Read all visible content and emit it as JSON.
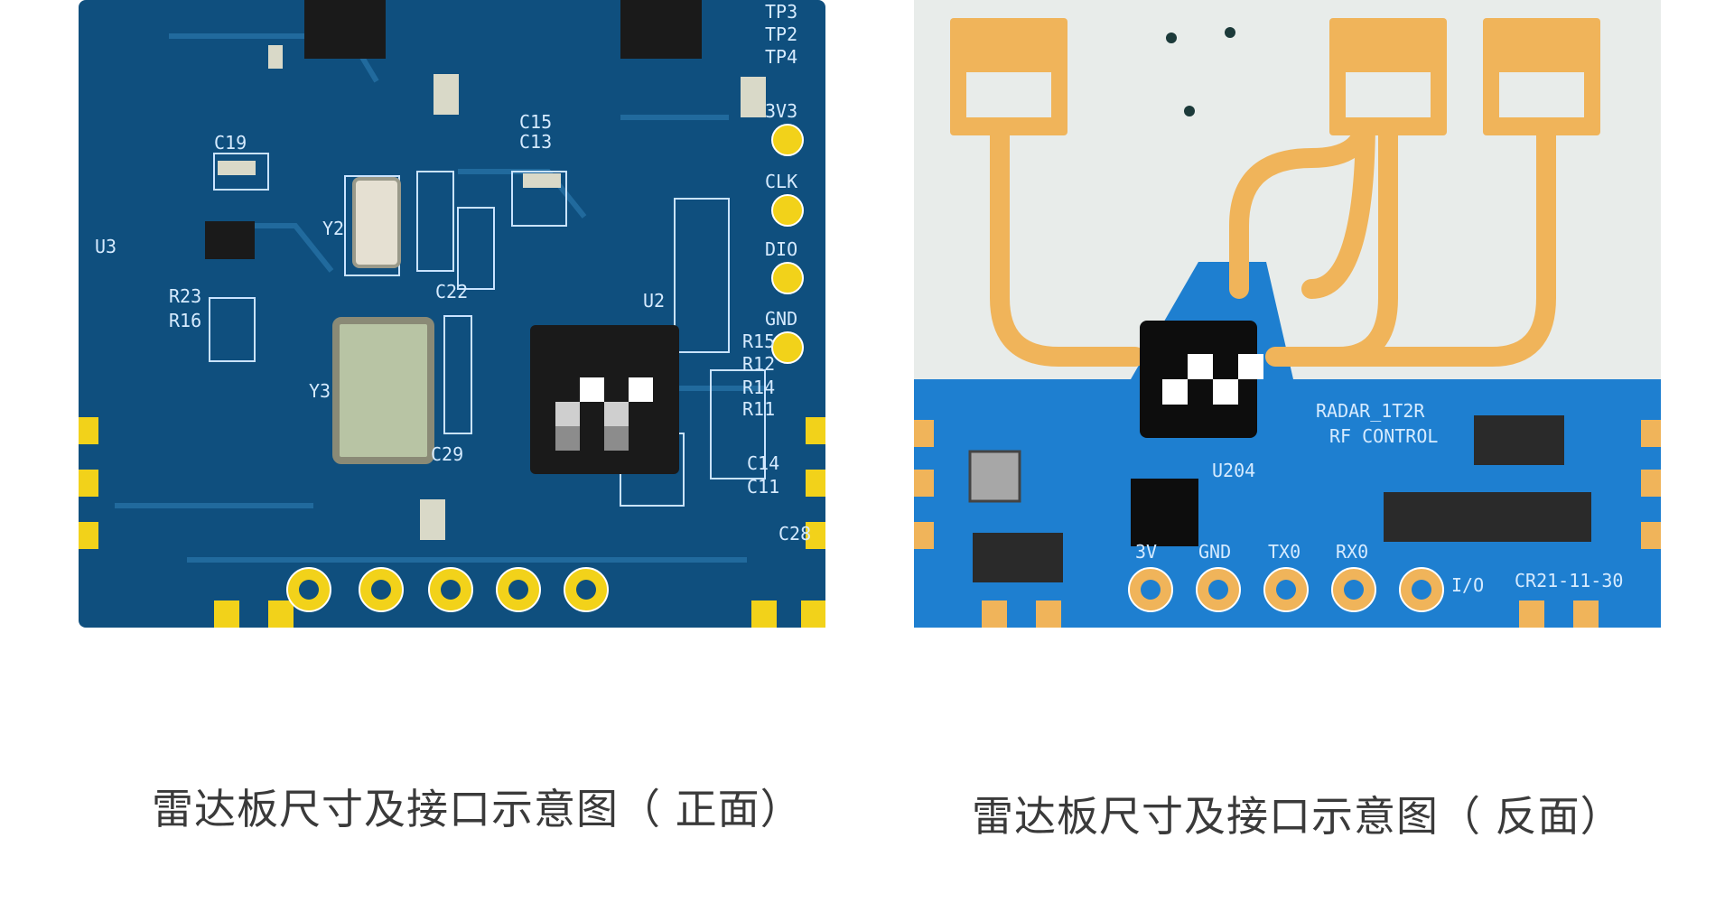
{
  "captions": {
    "front": "雷达板尺寸及接口示意图（ 正面）",
    "back": "雷达板尺寸及接口示意图（ 反面）"
  },
  "silkscreen": {
    "front": {
      "pads": [
        "3V3",
        "CLK",
        "DIO",
        "GND"
      ],
      "components": [
        "U3",
        "Y2",
        "Y3",
        "U2",
        "C19",
        "R23",
        "R16",
        "C15",
        "C13",
        "C22",
        "C29",
        "R15",
        "R12",
        "R14",
        "R11",
        "C14",
        "C11",
        "C28",
        "TP3",
        "TP2",
        "TP4"
      ]
    },
    "back": {
      "board_text": "RADAR_1T2R",
      "board_sub": "RF CONTROL",
      "date": "CR21-11-30",
      "chip_label": "U204",
      "io_label": "I/O",
      "pin_labels": [
        "3V",
        "GND",
        "TX0",
        "RX0"
      ]
    }
  },
  "colors": {
    "front_board": "#0f4f7e",
    "back_board": "#1e7fd0",
    "antenna": "#f0b45a",
    "substrate": "#e8ecea",
    "gold_pad": "#f2d21a"
  }
}
